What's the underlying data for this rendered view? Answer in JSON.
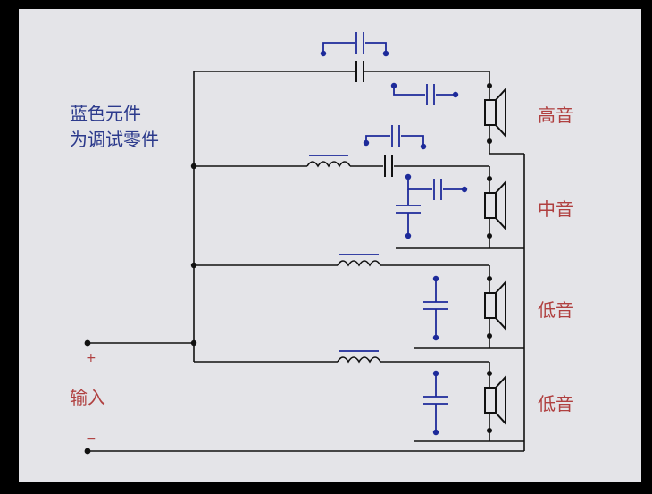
{
  "note": {
    "line1": "蓝色元件",
    "line2": "为调试零件"
  },
  "speakers": [
    {
      "label": "高音"
    },
    {
      "label": "中音"
    },
    {
      "label": "低音"
    },
    {
      "label": "低音"
    }
  ],
  "input": {
    "label": "输入",
    "plus": "+",
    "minus": "−"
  },
  "colors": {
    "wire": "#111111",
    "tuning_parts": "#1d2a9a",
    "speaker_label": "#b04040",
    "note_text": "#2c3a8c",
    "background": "#e4e4e8"
  }
}
